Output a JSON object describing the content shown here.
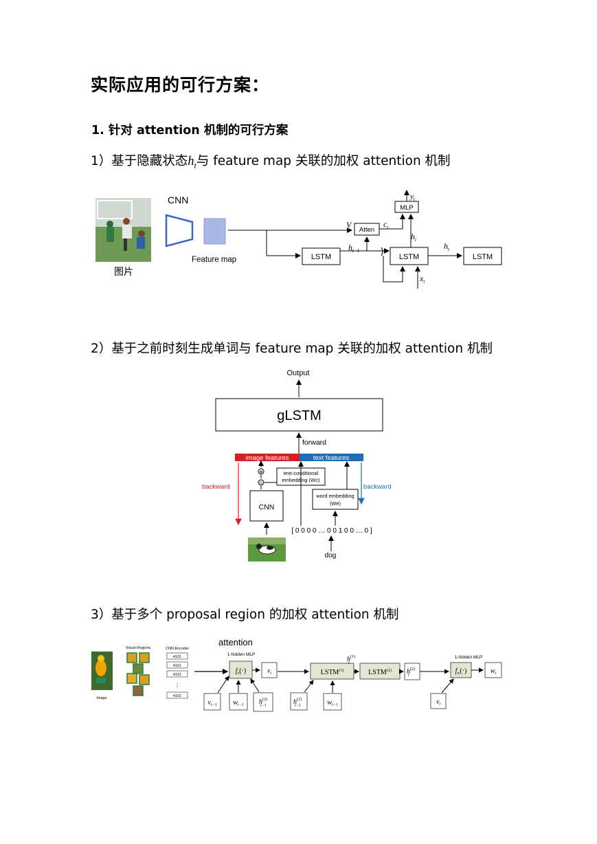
{
  "title": "实际应用的可行方案：",
  "section1": {
    "heading": "1.  针对 attention 机制的可行方案"
  },
  "item1": {
    "title_pre": "1）基于隐藏状态",
    "title_var": "h",
    "title_sub": "t",
    "title_post": "与 feature map 关联的加权 attention 机制",
    "diagram": {
      "cnn_label": "CNN",
      "image_caption": "图片",
      "feature_map_label": "Feature map",
      "lstm_left": "LSTM",
      "atten_label": "Atten",
      "mlp_label": "MLP",
      "lstm_center": "LSTM",
      "lstm_right": "LSTM",
      "v_label": "V",
      "c_label": "c",
      "c_sub": "t",
      "y_label": "y",
      "y_sub": "t",
      "h_label": "h",
      "h_sub": "t",
      "hprev_label": "h",
      "hprev_sub": "t−1",
      "x_label": "x",
      "x_sub": "t"
    }
  },
  "item2": {
    "title": "2）基于之前时刻生成单词与 feature map 关联的加权 attention 机制",
    "diagram": {
      "output": "Output",
      "glstm": "gLSTM",
      "forward": "forward",
      "image_features": "image features",
      "text_features": "text features",
      "backward_left": "backward",
      "backward_right": "backward",
      "plus_symbol": "⊕",
      "dot_symbol": "⊙",
      "text_cond_line1": "text-conditional",
      "text_cond_line2": "embedding (Wc)",
      "word_emb_line1": "word embedding",
      "word_emb_line2": "(We)",
      "cnn": "CNN",
      "onehot": "[ 0 0 0 0 … 0 0 1 0 0 … 0 ]",
      "dog": "dog",
      "colors": {
        "image_bar": "#d42020",
        "text_bar": "#1c6fb8",
        "backward_left": "#d42020",
        "backward_right": "#1c6fb8"
      }
    }
  },
  "item3": {
    "title": "3）基于多个 proposal region 的加权 attention 机制",
    "diagram": {
      "attention": "attention",
      "image_label": "Image",
      "visual_regions": "Visual Regions",
      "cnn_encoder": "CNN Encoder",
      "encoder_values": [
        "4101",
        "4101",
        "4101",
        "⋮",
        "4101"
      ],
      "mlp_left": "1-hidden MLP",
      "mlp_right": "1-hidden MLP",
      "fv": "f",
      "fv_sub": "v",
      "fv_arg": "(·)",
      "vt": "v",
      "vt_sub": "t",
      "lstm1": "LSTM",
      "lstm1_sup": "(1)",
      "lstm2": "LSTM",
      "lstm2_sup": "(2)",
      "h1": "h",
      "h1_sup": "(1)",
      "h1_sub": "t",
      "h2": "h",
      "h2_sup": "(2)",
      "h2_sub": "t",
      "fw": "f",
      "fw_sub": "w",
      "fw_arg": "(·)",
      "wt": "w",
      "wt_sub": "t",
      "in_v": "v",
      "in_v_sub": "t−1",
      "in_w": "w",
      "in_w_sub": "t−1",
      "in_h": "h",
      "in_h_sup": "(2)",
      "in_h_sub": "t−1",
      "in_h2": "h",
      "in_h2_sup": "(2)",
      "in_h2_sub": "t−1",
      "in_w2": "w",
      "in_w2_sub": "t−1",
      "out_v": "v",
      "out_v_sub": "t"
    }
  }
}
